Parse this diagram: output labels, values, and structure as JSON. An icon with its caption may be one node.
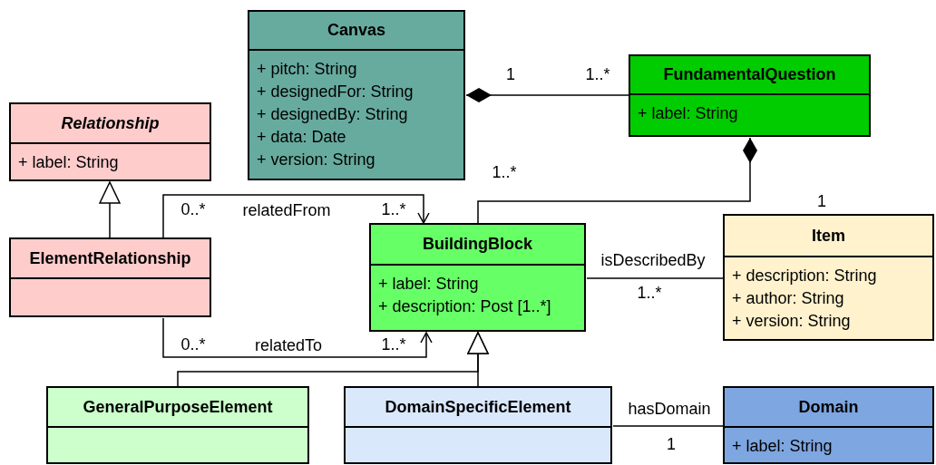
{
  "diagram": {
    "nodes": [
      {
        "text": [
          "Canvas",
          "+ pitch: String",
          "+ designedFor: String",
          "+ designedBy: String",
          "+ data: Date",
          "+ version: String"
        ]
      },
      {
        "text": [
          "FundamentalQuestion",
          "+ label: String"
        ]
      },
      {
        "text": [
          "Relationship",
          "+ label: String"
        ]
      },
      {
        "text": [
          "ElementRelationship"
        ]
      },
      {
        "text": [
          "BuildingBlock",
          "+ label: String",
          "+ description: Post [1..*]"
        ]
      },
      {
        "text": [
          "Item",
          "+ description: String",
          "+ author: String",
          "+ version: String"
        ]
      },
      {
        "text": [
          "GeneralPurposeElement"
        ]
      },
      {
        "text": [
          "DomainSpecificElement"
        ]
      },
      {
        "text": [
          "Domain",
          "+ label: String"
        ]
      }
    ],
    "edges": [
      {
        "from": 1,
        "to": 0,
        "arrow": "other"
      },
      {
        "from": 4,
        "to": 1,
        "arrow": "other"
      },
      {
        "from": 3,
        "to": 4,
        "arrow": "to",
        "label": "relatedFrom"
      },
      {
        "from": 3,
        "to": 4,
        "arrow": "to",
        "label": "relatedTo"
      },
      {
        "from": 3,
        "to": 2,
        "arrow": "to"
      },
      {
        "from": 6,
        "to": 4,
        "arrow": "to"
      },
      {
        "from": 7,
        "to": 4,
        "arrow": "to"
      },
      {
        "from": 4,
        "to": 5,
        "arrow": "none",
        "label": "isDescribedBy"
      },
      {
        "from": 7,
        "to": 8,
        "arrow": "none",
        "label": "hasDomain"
      }
    ],
    "labels": [
      "1",
      "1..*",
      "1..*",
      "1",
      "0..*",
      "1..*",
      "1..*",
      "0..*",
      "1..*",
      "1"
    ]
  }
}
